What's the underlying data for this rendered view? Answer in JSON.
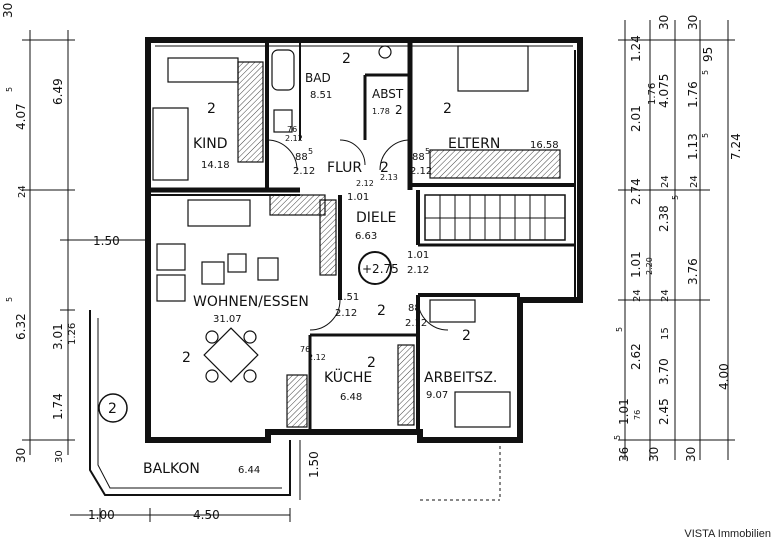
{
  "watermark": "VISTA Immobilien",
  "rooms": {
    "kind": {
      "name": "KIND",
      "area": "14.18 ",
      "floor": "2"
    },
    "bad": {
      "name": "BAD",
      "area": "8.51",
      "floor": "2"
    },
    "abst": {
      "name": "ABST",
      "area": "1.78",
      "floor": "2"
    },
    "eltern": {
      "name": "ELTERN",
      "area": "16.58",
      "floor": "2"
    },
    "flur": {
      "name": "FLUR",
      "floor": "2",
      "dim_a": "88",
      "dim_a_sup": "5",
      "dim_b": "2.12",
      "dim_c": "88",
      "dim_c_sup": "5",
      "dim_d": "2.12",
      "door_a": "76",
      "door_b": "2.12",
      "door_c": "2.13"
    },
    "diele": {
      "name": "DIELE",
      "area": "6.63",
      "stair_mark": "+2.75",
      "dim_a": "1.01",
      "dim_b": "2.12",
      "dim_c": "1.01",
      "dim_d": "2.12"
    },
    "wohnen": {
      "name": "WOHNEN/ESSEN",
      "area": "31.07",
      "floor": "2",
      "dim_a": "1.51",
      "dim_b": "2.12"
    },
    "kueche": {
      "name": "KÜCHE",
      "area": "6.48",
      "floor": "2",
      "dim_a": "76",
      "dim_b": "2.12"
    },
    "arbeitsz": {
      "name": "ARBEITSZ.",
      "area": "9.07",
      "floor": "2",
      "dim_a": "88",
      "dim_b": "2.12"
    },
    "balkon": {
      "name": "BALKON",
      "area": "6.44",
      "floor": "2",
      "misc": "2"
    }
  },
  "dims_left": {
    "d1": "30",
    "d2": "4.07",
    "d2s": "5",
    "d3": "6.49",
    "d4": "24",
    "d5": "1.50",
    "d6": "6.32",
    "d6s": "5",
    "d7": "3.01",
    "d8": "1.26",
    "d9": "1.74",
    "d10": "30",
    "d11": "30"
  },
  "dims_bottom": {
    "b1": "1.00",
    "b2": "4.50",
    "b3": "1.50"
  },
  "dims_right": {
    "r1": "30",
    "r2": "30",
    "r3": "1.24",
    "r4": "95",
    "r5": "2.01",
    "r6": "1.76",
    "r7": "4.075",
    "r8": "1.76",
    "r8s": "5",
    "r9": "1.13",
    "r9s": "5",
    "r10": "7.24",
    "r11": "2.74",
    "r12": "24",
    "r13": "24",
    "r14": "2.38",
    "r14s": "5",
    "r15": "1.01",
    "r16": "2.20",
    "r17": "3.76",
    "r18": "24",
    "r19": "24",
    "r20": "2.62",
    "r20s": "5",
    "r21": "3.70",
    "r22": "15",
    "r23": "4.00",
    "r24": "1.01",
    "r25": "76",
    "r26": "2.45",
    "r27": "36",
    "r28": "5",
    "r29": "30",
    "r30": "30"
  }
}
